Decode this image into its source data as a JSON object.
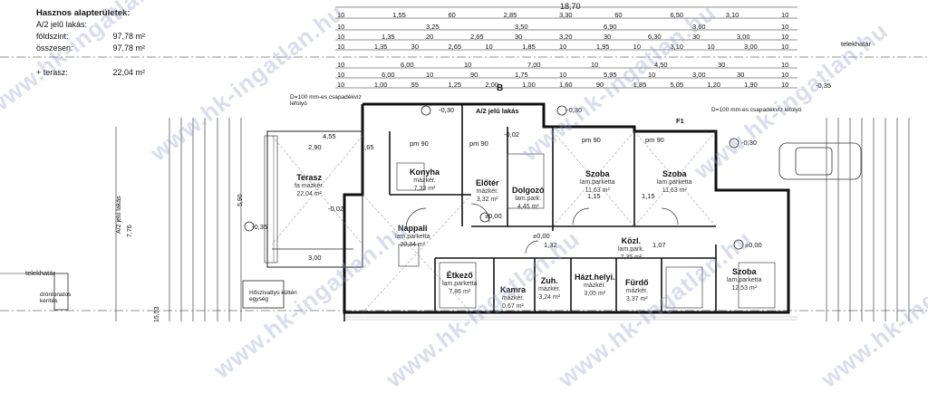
{
  "info": {
    "title": "Hasznos alapterületek:",
    "subtitle": "A/2 jelű lakás:",
    "rows": [
      {
        "label": "földszint:",
        "value": "97,78 m²"
      },
      {
        "label": "összesen:",
        "value": "97,78 m²"
      },
      {
        "label": "+ terasz:",
        "value": "22,04 m²"
      }
    ]
  },
  "total_width": "18,70",
  "dim_rows": [
    [
      "10",
      "1,55",
      "60",
      "2,85",
      "3,30",
      "60",
      "6,50",
      "3,10",
      "10"
    ],
    [
      "10",
      "3,25",
      "3,50",
      "6,90",
      "3,60",
      "10"
    ],
    [
      "10",
      "1,35",
      "20",
      "2,65",
      "30",
      "3,20",
      "30",
      "6,30",
      "30",
      "3,00",
      "10"
    ],
    [
      "10",
      "1,35",
      "30",
      "2,65",
      "10",
      "1,85",
      "10",
      "1,95",
      "10",
      "3,10",
      "10",
      "3,00",
      "10"
    ],
    [
      "10",
      "6,00",
      "10",
      "7,00",
      "10",
      "4,50",
      "30",
      "10"
    ],
    [
      "10",
      "6,00",
      "10",
      "90",
      "1,75",
      "10",
      "5,95",
      "10",
      "3,00",
      "30",
      "10"
    ],
    [
      "10",
      "1,00",
      "55",
      "1,25",
      "2,00",
      "1,00",
      "1,60",
      "90",
      "1,85",
      "5,05",
      "1,20",
      "1,90",
      "10"
    ]
  ],
  "rooms": [
    {
      "name": "Terasz",
      "sub": "fa mazkér.",
      "area": "22,04 m²"
    },
    {
      "name": "Konyha",
      "sub": "mázkér.",
      "area": "7,33 m²"
    },
    {
      "name": "Előtér",
      "sub": "mázkér.",
      "area": "3,32 m²"
    },
    {
      "name": "Dolgozó",
      "sub": "lam.park.",
      "area": "4,45 m²"
    },
    {
      "name": "Szoba",
      "sub": "lam.parketta",
      "area": "11,63 m²"
    },
    {
      "name": "Szoba",
      "sub": "lam.parketta",
      "area": "11,63 m²"
    },
    {
      "name": "Nappali",
      "sub": "lam.parketta",
      "area": "20,34 m²"
    },
    {
      "name": "Közl.",
      "sub": "lam.park.",
      "area": "7,35 m²"
    },
    {
      "name": "Étkező",
      "sub": "lam.parketta",
      "area": "7,86 m²"
    },
    {
      "name": "Kamra",
      "sub": "mázkér.",
      "area": "0,67 m²"
    },
    {
      "name": "Zuh.",
      "sub": "mázkér.",
      "area": "3,24 m²"
    },
    {
      "name": "Házt.helyi.",
      "sub": "mázkér.",
      "area": "3,05 m²"
    },
    {
      "name": "Fürdő",
      "sub": "mázkér.",
      "area": "3,37 m²"
    },
    {
      "name": "Szoba",
      "sub": "lam.parketta",
      "area": "12,53 m²"
    }
  ],
  "labels": {
    "apartment_mark": "A/2 jelű lakás",
    "side_mark": "A/2 jelű lakás",
    "section_mark": "B",
    "level1": "-0,30",
    "level2": "-0,02",
    "level3": "-0,30",
    "level4": "-0,35",
    "level5": "±0,00",
    "level6": "±0,00",
    "level7": "±0,00",
    "level8": "-0,30",
    "level9": "-0,35",
    "level10": "-0,02",
    "drain1": "D=100 mm-es csapadékvíz lefolyó",
    "drain2": "D=100 mm-es csapadékvíz lefolyó",
    "boundary1": "telekhatár",
    "boundary2": "telekhatár",
    "fence": "dróntonatos kerítés",
    "ac": "Hőszivattyú kültéri egység",
    "f1": "F1",
    "pm1": "pm 90",
    "pm2": "pm 90",
    "pm3": "pm 90",
    "pm4": "pm 90",
    "dim_290": "2,90",
    "dim_165": "1,65",
    "dim_455": "4,55",
    "dim_300": "3,00",
    "dim_115a": "1,15",
    "dim_115b": "1,15",
    "dim_132": "1,32",
    "dim_107": "1,07",
    "side_total": "7,76",
    "side_590": "5,90",
    "side_1553": "15,53"
  },
  "watermark": "www.hk-ingatlan.hu"
}
